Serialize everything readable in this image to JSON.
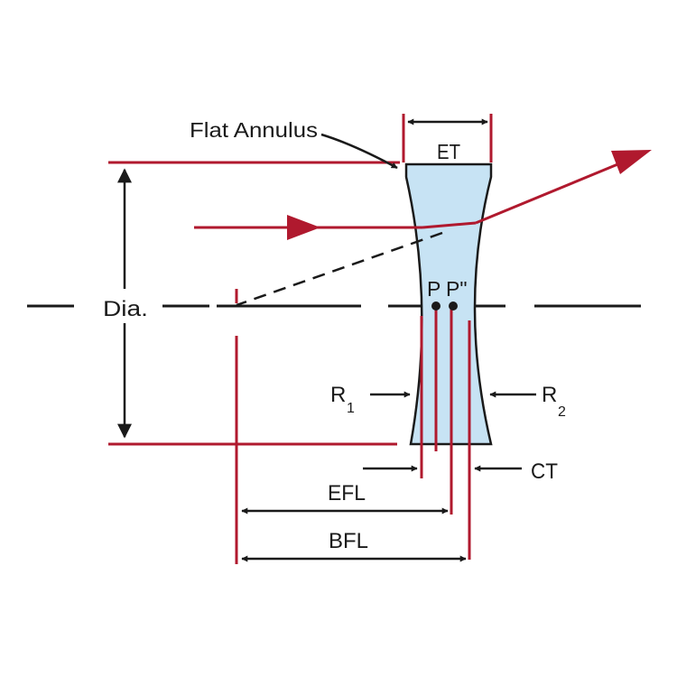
{
  "labels": {
    "flat_annulus": "Flat Annulus",
    "et": "ET",
    "dia": "Dia.",
    "p": "P",
    "p_double_prime": "P\"",
    "r1_letter": "R",
    "r1_sub": "1",
    "r2_letter": "R",
    "r2_sub": "2",
    "ct": "CT",
    "efl": "EFL",
    "bfl": "BFL"
  },
  "colors": {
    "ray": "#b0192e",
    "lens_fill": "#c7e3f4",
    "lens_stroke": "#1a1a1a",
    "ink": "#1a1a1a"
  },
  "icons": {
    "arrowhead": "filled-triangle-arrow",
    "principal_point": "filled-dot"
  }
}
